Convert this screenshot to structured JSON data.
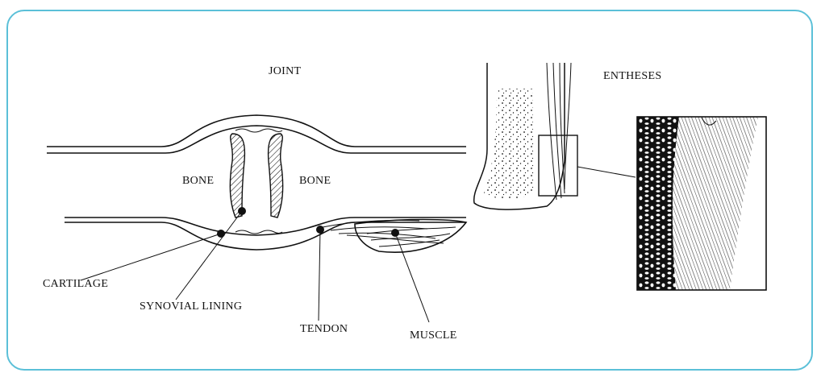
{
  "frame_color": "#5bc0d8",
  "labels": {
    "joint": "JOINT",
    "entheses": "ENTHESES",
    "bone_left": "BONE",
    "bone_right": "BONE",
    "cartilage": "CARTILAGE",
    "synovial_lining": "SYNOVIAL LINING",
    "tendon": "TENDON",
    "muscle": "MUSCLE"
  }
}
